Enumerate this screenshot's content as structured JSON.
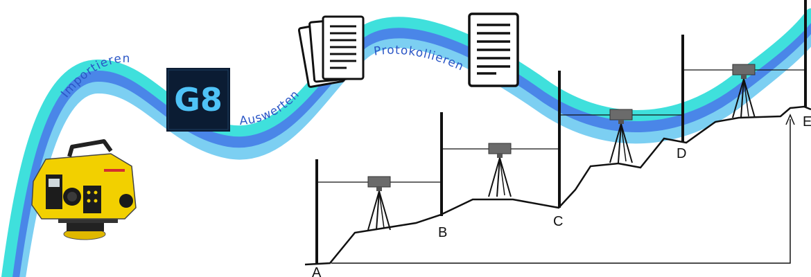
{
  "workflow": {
    "steps": [
      "Importieren",
      "Auswerten",
      "Protokollieren"
    ],
    "app_logo": {
      "text": "G8",
      "bg": "#0b1c33",
      "fg": "#4fc3f7"
    }
  },
  "diagram": {
    "points": [
      "A",
      "B",
      "C",
      "D",
      "E"
    ],
    "icons": [
      "digital-level-icon",
      "documents-stack-icon",
      "report-document-icon",
      "tripod-level-icon"
    ]
  },
  "colors": {
    "ribbon_cyan": "#3fe0dc",
    "ribbon_blue": "#4a86e8",
    "ribbon_light": "#7ccff2",
    "label_blue": "#2a56c6"
  }
}
